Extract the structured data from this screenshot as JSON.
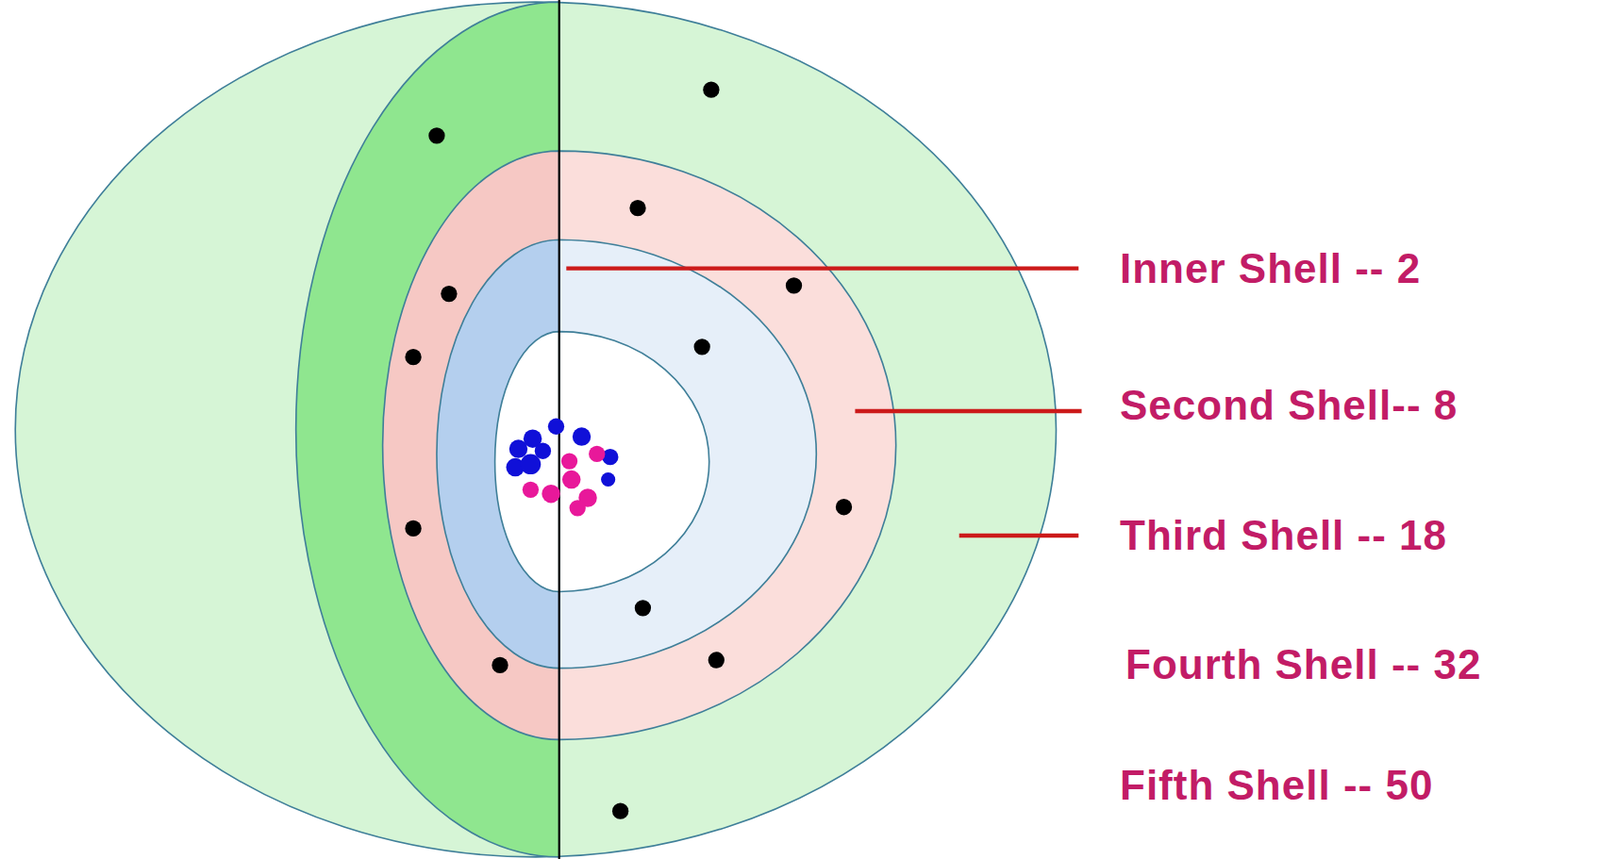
{
  "diagram": {
    "labels": [
      "Inner Shell -- 2",
      "Second Shell-- 8",
      "Third Shell -- 18",
      "Fourth Shell -- 32",
      "Fifth Shell -- 50"
    ]
  }
}
